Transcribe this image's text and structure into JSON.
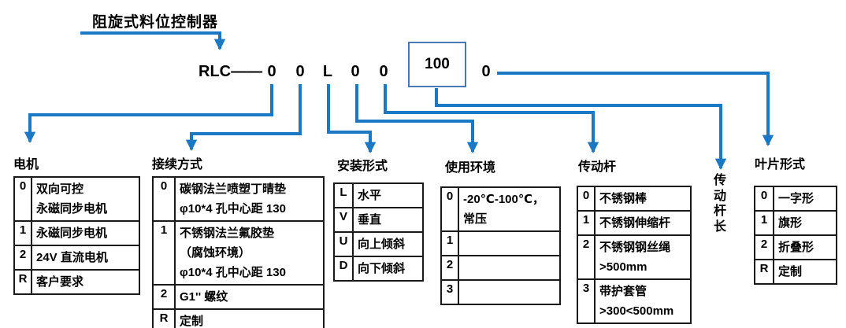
{
  "title": "阻旋式料位控制器",
  "model_code": {
    "prefix": "RLC——",
    "position_1": "0",
    "position_2": "0",
    "position_3": "L",
    "position_4": "0",
    "position_5": "0",
    "boxed_value": "100",
    "suffix": "0"
  },
  "rod_length_label": {
    "text": "传动杆长",
    "chars": [
      "传",
      "动",
      "杆",
      "长"
    ]
  },
  "colors": {
    "connector_blue": "#1b78c4",
    "box_border_blue": "#4878b8",
    "table_border": "#1a1a1a",
    "text": "#000000"
  },
  "tables": {
    "motor": {
      "title": "电机",
      "rows": [
        {
          "key": "0",
          "lines": [
            "双向可控",
            "永磁同步电机"
          ]
        },
        {
          "key": "1",
          "lines": [
            "永磁同步电机"
          ]
        },
        {
          "key": "2",
          "lines": [
            "24V 直流电机"
          ]
        },
        {
          "key": "R",
          "lines": [
            "客户要求"
          ]
        }
      ]
    },
    "connection": {
      "title": "接续方式",
      "rows": [
        {
          "key": "0",
          "lines": [
            "碳钢法兰喷塑丁晴垫",
            "φ10*4 孔中心距 130"
          ]
        },
        {
          "key": "1",
          "lines": [
            "不锈钢法兰氟胶垫",
            "（腐蚀环境）",
            "φ10*4 孔中心距 130"
          ]
        },
        {
          "key": "2",
          "lines": [
            "G1'' 螺纹"
          ]
        },
        {
          "key": "R",
          "lines": [
            "定制"
          ]
        }
      ]
    },
    "installation": {
      "title": "安装形式",
      "rows": [
        {
          "key": "L",
          "lines": [
            "水平"
          ]
        },
        {
          "key": "V",
          "lines": [
            "垂直"
          ]
        },
        {
          "key": "U",
          "lines": [
            "向上倾斜"
          ]
        },
        {
          "key": "D",
          "lines": [
            "向下倾斜"
          ]
        }
      ]
    },
    "environment": {
      "title": "使用环境",
      "rows": [
        {
          "key": "0",
          "lines": [
            "-20℃-100℃，",
            "常压"
          ]
        },
        {
          "key": "1",
          "lines": [
            ""
          ]
        },
        {
          "key": "2",
          "lines": [
            ""
          ]
        },
        {
          "key": "3",
          "lines": [
            ""
          ]
        }
      ]
    },
    "rod": {
      "title": "传动杆",
      "rows": [
        {
          "key": "0",
          "lines": [
            "不锈钢棒"
          ]
        },
        {
          "key": "1",
          "lines": [
            "不锈钢伸缩杆"
          ]
        },
        {
          "key": "2",
          "lines": [
            "不锈钢钢丝绳",
            ">500mm"
          ]
        },
        {
          "key": "3",
          "lines": [
            "带护套管",
            ">300<500mm"
          ]
        }
      ]
    },
    "blade": {
      "title": "叶片形式",
      "rows": [
        {
          "key": "0",
          "lines": [
            "一字形"
          ]
        },
        {
          "key": "1",
          "lines": [
            "旗形"
          ]
        },
        {
          "key": "2",
          "lines": [
            "折叠形"
          ]
        },
        {
          "key": "R",
          "lines": [
            "定制"
          ]
        }
      ]
    }
  }
}
